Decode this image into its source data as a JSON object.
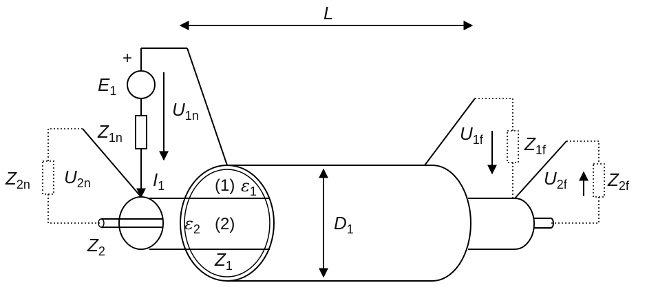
{
  "labels": {
    "L": "L",
    "E1": "E",
    "E1_sub": "1",
    "plus": "+",
    "U1n": "U",
    "U1n_sub": "1n",
    "Z1n": "Z",
    "Z1n_sub": "1n",
    "I1": "I",
    "I1_sub": "1",
    "Z2n": "Z",
    "Z2n_sub": "2n",
    "U2n": "U",
    "U2n_sub": "2n",
    "Z2": "Z",
    "Z2_sub": "2",
    "region1": "(1)",
    "eps1": "ε",
    "eps1_sub": "1",
    "eps2": "ε",
    "eps2_sub": "2",
    "region2": "(2)",
    "Z1": "Z",
    "Z1_sub": "1",
    "D1": "D",
    "D1_sub": "1",
    "U1f": "U",
    "U1f_sub": "1f",
    "Z1f": "Z",
    "Z1f_sub": "1f",
    "U2f": "U",
    "U2f_sub": "2f",
    "Z2f": "Z",
    "Z2f_sub": "2f"
  }
}
